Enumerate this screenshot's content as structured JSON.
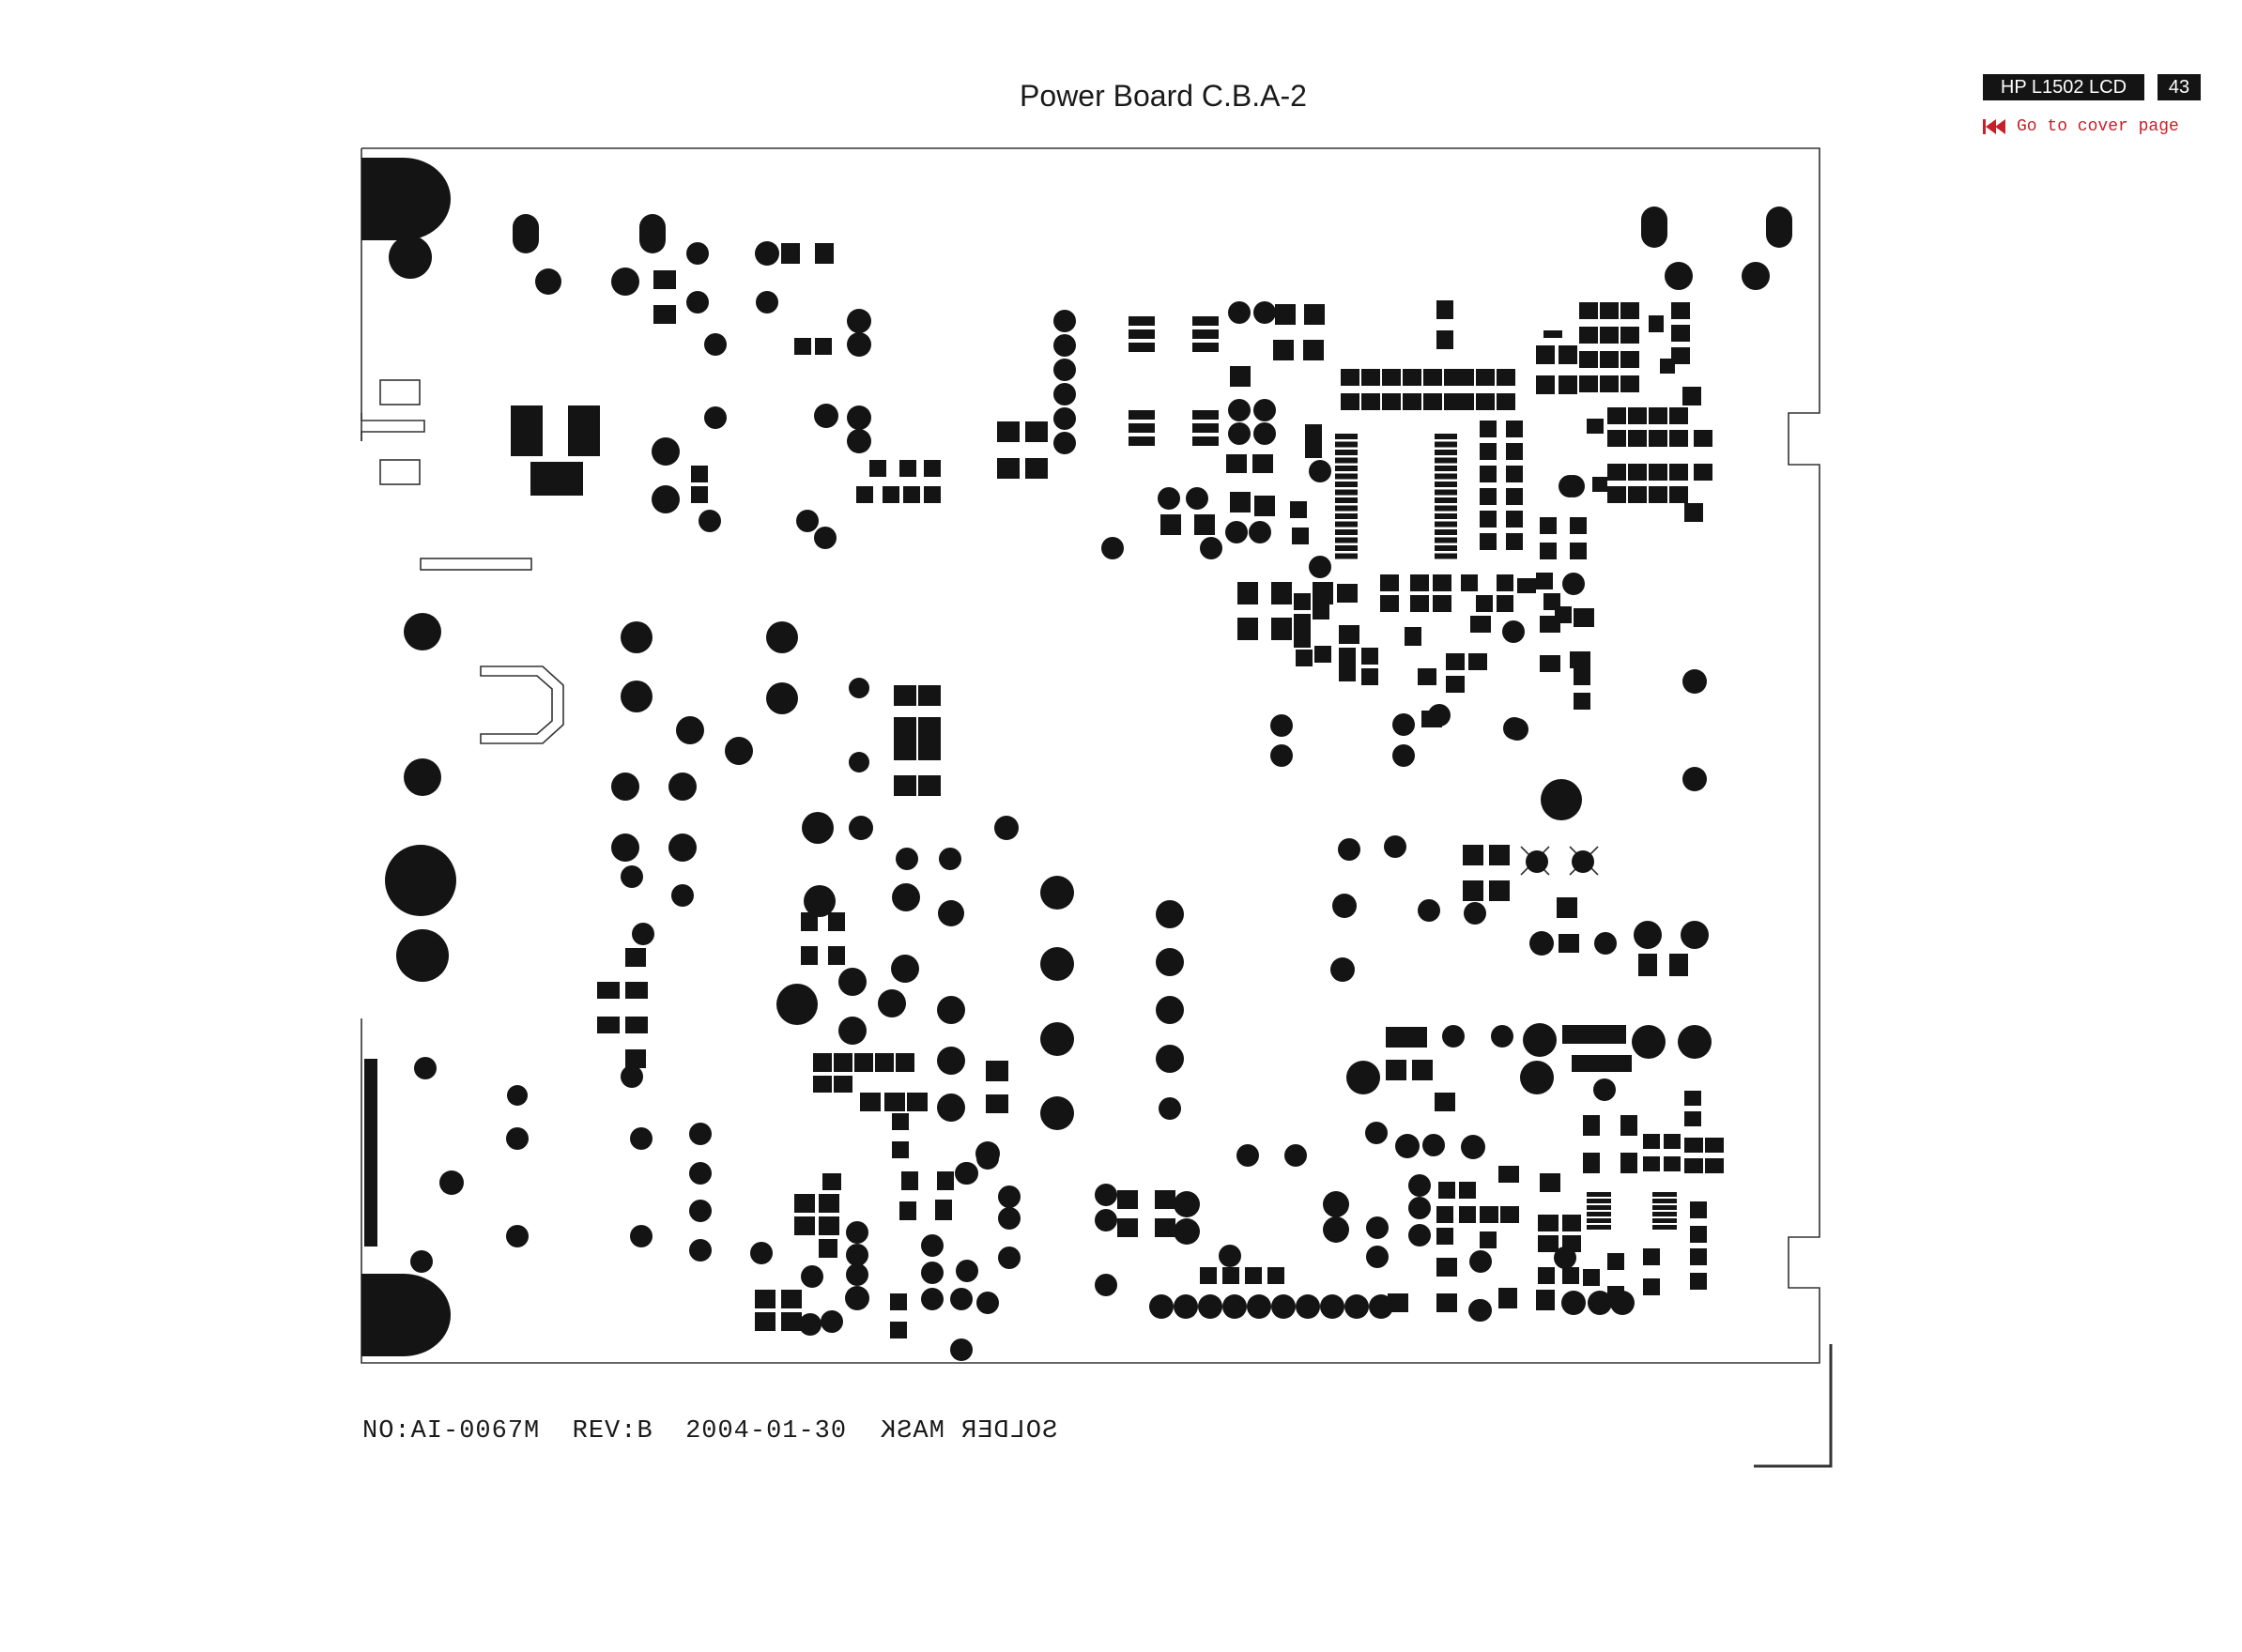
{
  "header": {
    "title": "Power Board C.B.A-2",
    "model": "HP L1502 LCD",
    "page_number": "43",
    "cover_link": "Go to cover page",
    "cover_link_icon": "skip-to-first-icon",
    "accent_color": "#c8202a"
  },
  "footer": {
    "doc_number": "NO:AI-0067M",
    "revision": "REV:B",
    "date": "2004-01-30",
    "mirrored_label": "SOLDER MASK"
  },
  "diagram": {
    "type": "pcb-solder-mask",
    "pad_color": "#141414",
    "outline_color": "#333333"
  }
}
